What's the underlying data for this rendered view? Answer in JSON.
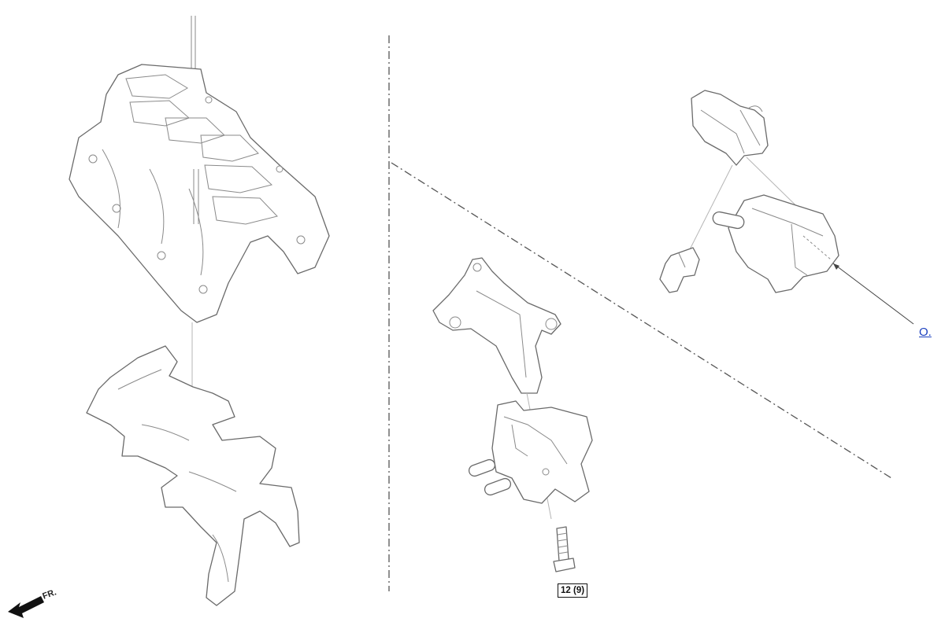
{
  "callout": {
    "text": "O."
  },
  "torque": {
    "text": "12 (9)"
  },
  "front": {
    "text": "FR."
  },
  "colors": {
    "line": "#6a6a6a",
    "link": "#1a3fbf",
    "background": "#ffffff"
  }
}
